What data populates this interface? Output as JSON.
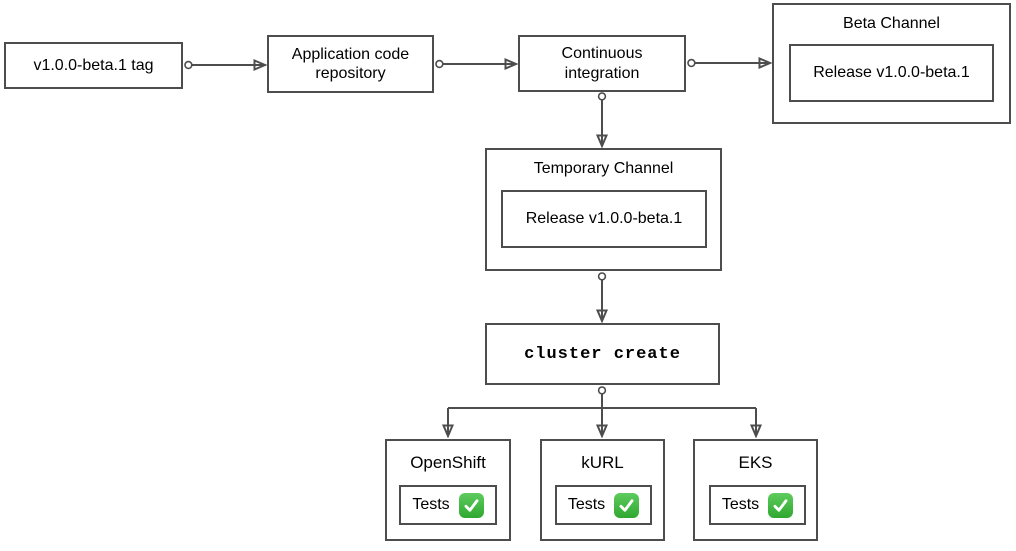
{
  "colors": {
    "border": "#4d4d4d",
    "connector": "#4d4d4d",
    "text": "#000000",
    "check_green": "#2fa82f",
    "check_green_light": "#5ecb5e"
  },
  "nodes": {
    "tag": {
      "label": "v1.0.0-beta.1 tag"
    },
    "app_repo": {
      "label": "Application code repository"
    },
    "ci": {
      "label": "Continuous integration"
    },
    "beta_channel": {
      "title": "Beta Channel",
      "release_label": "Release v1.0.0-beta.1"
    },
    "temp_channel": {
      "title": "Temporary Channel",
      "release_label": "Release v1.0.0-beta.1"
    },
    "cluster_create": {
      "label": "cluster create"
    },
    "openshift": {
      "title": "OpenShift",
      "tests_label": "Tests",
      "status_icon": "green-check-icon",
      "status_glyph": "✅"
    },
    "kurl": {
      "title": "kURL",
      "tests_label": "Tests",
      "status_icon": "green-check-icon",
      "status_glyph": "✅"
    },
    "eks": {
      "title": "EKS",
      "tests_label": "Tests",
      "status_icon": "green-check-icon",
      "status_glyph": "✅"
    }
  }
}
